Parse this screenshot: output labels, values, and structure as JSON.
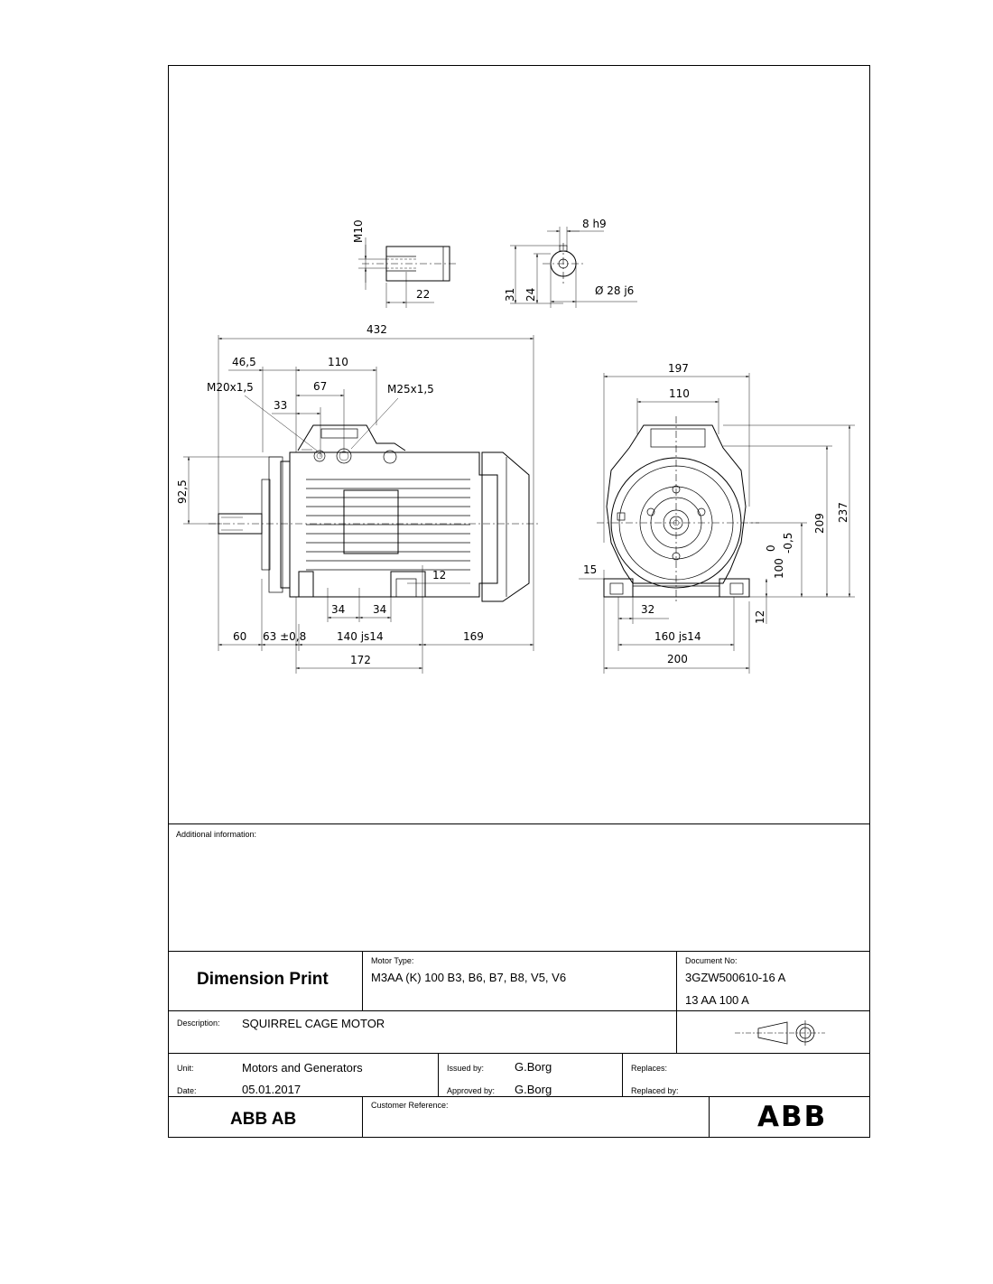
{
  "drawing": {
    "dims": {
      "m10": "M10",
      "d22": "22",
      "d8h9": "8 h9",
      "d31": "31",
      "d24": "24",
      "d28j6": "Ø 28 j6",
      "d432": "432",
      "d46_5": "46,5",
      "d110a": "110",
      "m20": "M20x1,5",
      "d67": "67",
      "m25": "M25x1,5",
      "d33": "33",
      "d92_5": "92,5",
      "d12a": "12",
      "d34a": "34",
      "d34b": "34",
      "d60": "60",
      "d63": "63 ±0,8",
      "d140": "140 js14",
      "d169": "169",
      "d172": "172",
      "d197": "197",
      "d110b": "110",
      "d237": "237",
      "d209": "209",
      "d0": "0",
      "dm05": "-0,5",
      "d100": "100",
      "d15": "15",
      "d32": "32",
      "d12b": "12",
      "d160": "160 js14",
      "d200": "200"
    }
  },
  "title_block": {
    "additional_info_label": "Additional information:",
    "doc_title": "Dimension Print",
    "motor_type_label": "Motor Type:",
    "motor_type": "M3AA (K) 100 B3, B6, B7, B8, V5, V6",
    "document_no_label": "Document No:",
    "document_no": "3GZW500610-16 A",
    "document_no_2": "13 AA 100 A",
    "description_label": "Description:",
    "description": "SQUIRREL CAGE MOTOR",
    "unit_label": "Unit:",
    "unit": "Motors and Generators",
    "issued_by_label": "Issued by:",
    "issued_by": "G.Borg",
    "replaces_label": "Replaces:",
    "date_label": "Date:",
    "date": "05.01.2017",
    "approved_by_label": "Approved by:",
    "approved_by": "G.Borg",
    "replaced_by_label": "Replaced by:",
    "company": "ABB AB",
    "customer_reference_label": "Customer Reference:",
    "logo_text": "ABB"
  }
}
